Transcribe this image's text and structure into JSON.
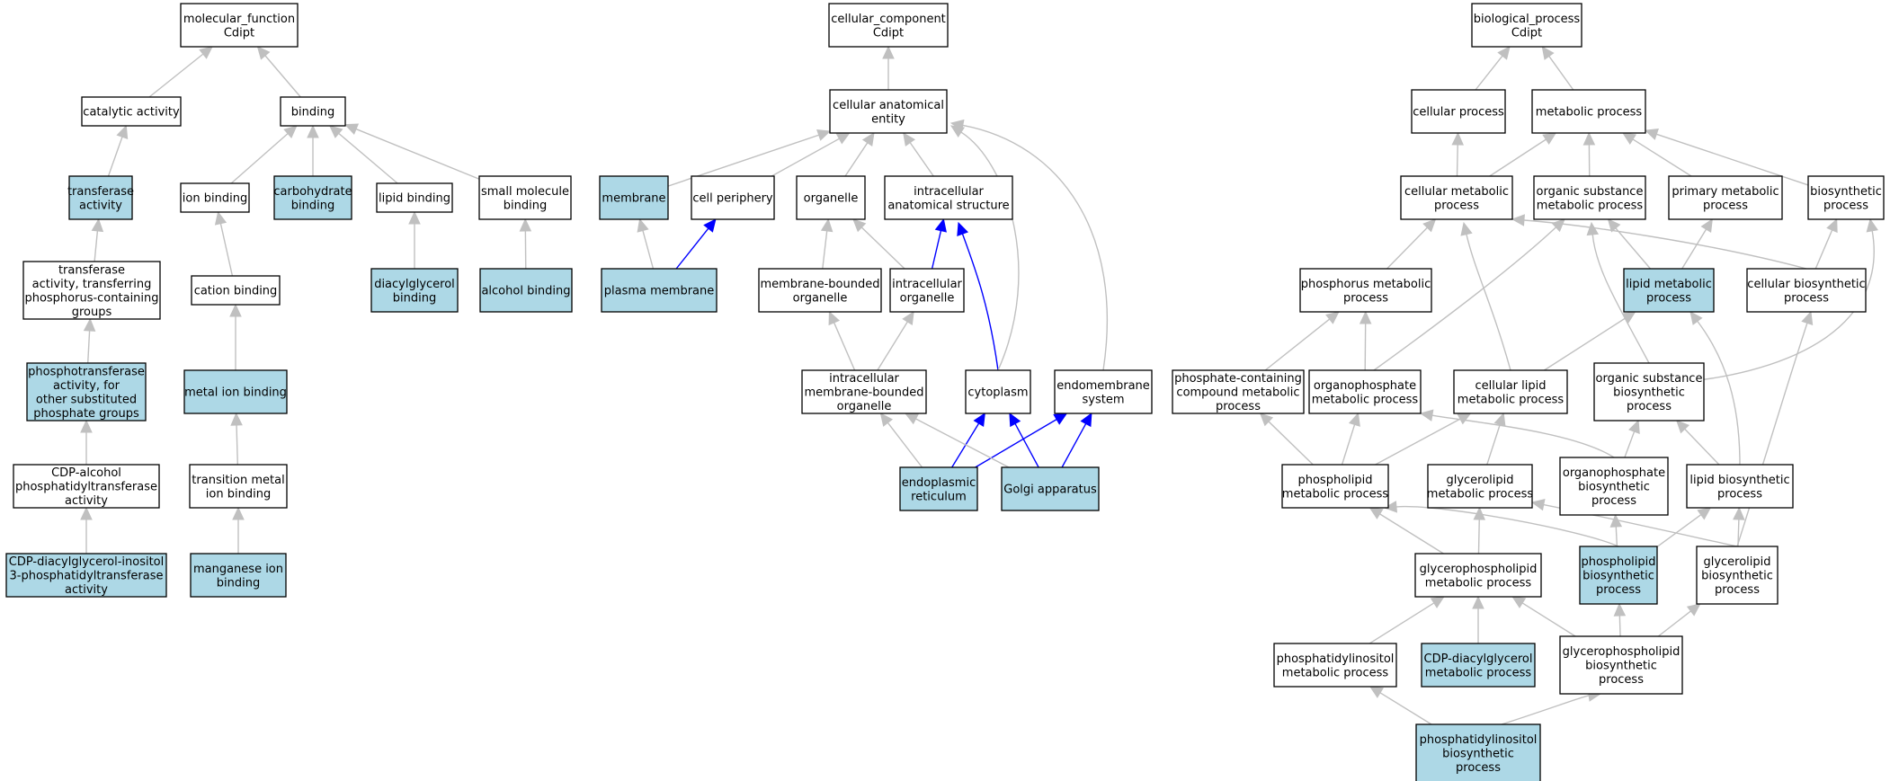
{
  "colors": {
    "highlight_fill": "#add8e6",
    "plain_fill": "#ffffff",
    "edge_gray": "#c0c0c0",
    "edge_blue": "#0000ff",
    "border": "#000000"
  },
  "nodes": [
    {
      "id": "mf",
      "lines": [
        "molecular_function",
        "Cdipt"
      ],
      "highlight": false
    },
    {
      "id": "cat",
      "lines": [
        "catalytic activity"
      ],
      "highlight": false
    },
    {
      "id": "bind",
      "lines": [
        "binding"
      ],
      "highlight": false
    },
    {
      "id": "trans",
      "lines": [
        "transferase",
        "activity"
      ],
      "highlight": true
    },
    {
      "id": "ionb",
      "lines": [
        "ion binding"
      ],
      "highlight": false
    },
    {
      "id": "carb",
      "lines": [
        "carbohydrate",
        "binding"
      ],
      "highlight": true
    },
    {
      "id": "lipb",
      "lines": [
        "lipid binding"
      ],
      "highlight": false
    },
    {
      "id": "smb",
      "lines": [
        "small molecule",
        "binding"
      ],
      "highlight": false
    },
    {
      "id": "tphos",
      "lines": [
        "transferase",
        "activity, transferring",
        "phosphorus-containing",
        "groups"
      ],
      "highlight": false
    },
    {
      "id": "catb",
      "lines": [
        "cation binding"
      ],
      "highlight": false
    },
    {
      "id": "dagb",
      "lines": [
        "diacylglycerol",
        "binding"
      ],
      "highlight": true
    },
    {
      "id": "alcb",
      "lines": [
        "alcohol binding"
      ],
      "highlight": true
    },
    {
      "id": "ptrans",
      "lines": [
        "phosphotransferase",
        "activity, for",
        "other substituted",
        "phosphate groups"
      ],
      "highlight": true
    },
    {
      "id": "mib",
      "lines": [
        "metal ion binding"
      ],
      "highlight": true
    },
    {
      "id": "cdpalc",
      "lines": [
        "CDP-alcohol",
        "phosphatidyltransferase",
        "activity"
      ],
      "highlight": false
    },
    {
      "id": "tmib",
      "lines": [
        "transition metal",
        "ion binding"
      ],
      "highlight": false
    },
    {
      "id": "cdpino",
      "lines": [
        "CDP-diacylglycerol-inositol",
        "3-phosphatidyltransferase",
        "activity"
      ],
      "highlight": true
    },
    {
      "id": "mnb",
      "lines": [
        "manganese ion",
        "binding"
      ],
      "highlight": true
    },
    {
      "id": "cc",
      "lines": [
        "cellular_component",
        "Cdipt"
      ],
      "highlight": false
    },
    {
      "id": "cae",
      "lines": [
        "cellular anatomical",
        "entity"
      ],
      "highlight": false
    },
    {
      "id": "memb",
      "lines": [
        "membrane"
      ],
      "highlight": true
    },
    {
      "id": "cper",
      "lines": [
        "cell periphery"
      ],
      "highlight": false
    },
    {
      "id": "org",
      "lines": [
        "organelle"
      ],
      "highlight": false
    },
    {
      "id": "ias",
      "lines": [
        "intracellular",
        "anatomical structure"
      ],
      "highlight": false
    },
    {
      "id": "pm",
      "lines": [
        "plasma membrane"
      ],
      "highlight": true
    },
    {
      "id": "mbo",
      "lines": [
        "membrane-bounded",
        "organelle"
      ],
      "highlight": false
    },
    {
      "id": "io",
      "lines": [
        "intracellular",
        "organelle"
      ],
      "highlight": false
    },
    {
      "id": "imbo",
      "lines": [
        "intracellular",
        "membrane-bounded",
        "organelle"
      ],
      "highlight": false
    },
    {
      "id": "cyto",
      "lines": [
        "cytoplasm"
      ],
      "highlight": false
    },
    {
      "id": "endo",
      "lines": [
        "endomembrane",
        "system"
      ],
      "highlight": false
    },
    {
      "id": "er",
      "lines": [
        "endoplasmic",
        "reticulum"
      ],
      "highlight": true
    },
    {
      "id": "golgi",
      "lines": [
        "Golgi apparatus"
      ],
      "highlight": true
    },
    {
      "id": "bp",
      "lines": [
        "biological_process",
        "Cdipt"
      ],
      "highlight": false
    },
    {
      "id": "cp",
      "lines": [
        "cellular process"
      ],
      "highlight": false
    },
    {
      "id": "mp",
      "lines": [
        "metabolic process"
      ],
      "highlight": false
    },
    {
      "id": "cmp",
      "lines": [
        "cellular metabolic",
        "process"
      ],
      "highlight": false
    },
    {
      "id": "osmp",
      "lines": [
        "organic substance",
        "metabolic process"
      ],
      "highlight": false
    },
    {
      "id": "pmp",
      "lines": [
        "primary metabolic",
        "process"
      ],
      "highlight": false
    },
    {
      "id": "bsp",
      "lines": [
        "biosynthetic",
        "process"
      ],
      "highlight": false
    },
    {
      "id": "phmp",
      "lines": [
        "phosphorus metabolic",
        "process"
      ],
      "highlight": false
    },
    {
      "id": "lmp",
      "lines": [
        "lipid metabolic",
        "process"
      ],
      "highlight": true
    },
    {
      "id": "cbp",
      "lines": [
        "cellular biosynthetic",
        "process"
      ],
      "highlight": false
    },
    {
      "id": "pccmp",
      "lines": [
        "phosphate-containing",
        "compound metabolic",
        "process"
      ],
      "highlight": false
    },
    {
      "id": "opmp",
      "lines": [
        "organophosphate",
        "metabolic process"
      ],
      "highlight": false
    },
    {
      "id": "clmp",
      "lines": [
        "cellular lipid",
        "metabolic process"
      ],
      "highlight": false
    },
    {
      "id": "osbp",
      "lines": [
        "organic substance",
        "biosynthetic",
        "process"
      ],
      "highlight": false
    },
    {
      "id": "plmp",
      "lines": [
        "phospholipid",
        "metabolic process"
      ],
      "highlight": false
    },
    {
      "id": "glmp",
      "lines": [
        "glycerolipid",
        "metabolic process"
      ],
      "highlight": false
    },
    {
      "id": "opbp",
      "lines": [
        "organophosphate",
        "biosynthetic",
        "process"
      ],
      "highlight": false
    },
    {
      "id": "lbp",
      "lines": [
        "lipid biosynthetic",
        "process"
      ],
      "highlight": false
    },
    {
      "id": "gpmp",
      "lines": [
        "glycerophospholipid",
        "metabolic process"
      ],
      "highlight": false
    },
    {
      "id": "plbp",
      "lines": [
        "phospholipid",
        "biosynthetic",
        "process"
      ],
      "highlight": true
    },
    {
      "id": "glbp",
      "lines": [
        "glycerolipid",
        "biosynthetic",
        "process"
      ],
      "highlight": false
    },
    {
      "id": "pimp",
      "lines": [
        "phosphatidylinositol",
        "metabolic process"
      ],
      "highlight": false
    },
    {
      "id": "cdpmp",
      "lines": [
        "CDP-diacylglycerol",
        "metabolic process"
      ],
      "highlight": true
    },
    {
      "id": "gpbp",
      "lines": [
        "glycerophospholipid",
        "biosynthetic",
        "process"
      ],
      "highlight": false
    },
    {
      "id": "pibp",
      "lines": [
        "phosphatidylinositol",
        "biosynthetic",
        "process"
      ],
      "highlight": true
    }
  ],
  "edges": [
    {
      "from": "cat",
      "to": "mf",
      "kind": "is_a"
    },
    {
      "from": "bind",
      "to": "mf",
      "kind": "is_a"
    },
    {
      "from": "trans",
      "to": "cat",
      "kind": "is_a"
    },
    {
      "from": "ionb",
      "to": "bind",
      "kind": "is_a"
    },
    {
      "from": "carb",
      "to": "bind",
      "kind": "is_a"
    },
    {
      "from": "lipb",
      "to": "bind",
      "kind": "is_a"
    },
    {
      "from": "smb",
      "to": "bind",
      "kind": "is_a"
    },
    {
      "from": "tphos",
      "to": "trans",
      "kind": "is_a"
    },
    {
      "from": "catb",
      "to": "ionb",
      "kind": "is_a"
    },
    {
      "from": "dagb",
      "to": "lipb",
      "kind": "is_a"
    },
    {
      "from": "alcb",
      "to": "smb",
      "kind": "is_a"
    },
    {
      "from": "ptrans",
      "to": "tphos",
      "kind": "is_a"
    },
    {
      "from": "mib",
      "to": "catb",
      "kind": "is_a"
    },
    {
      "from": "cdpalc",
      "to": "ptrans",
      "kind": "is_a"
    },
    {
      "from": "tmib",
      "to": "mib",
      "kind": "is_a"
    },
    {
      "from": "cdpino",
      "to": "cdpalc",
      "kind": "is_a"
    },
    {
      "from": "mnb",
      "to": "tmib",
      "kind": "is_a"
    },
    {
      "from": "cae",
      "to": "cc",
      "kind": "is_a"
    },
    {
      "from": "memb",
      "to": "cae",
      "kind": "is_a"
    },
    {
      "from": "cper",
      "to": "cae",
      "kind": "is_a"
    },
    {
      "from": "org",
      "to": "cae",
      "kind": "is_a"
    },
    {
      "from": "ias",
      "to": "cae",
      "kind": "is_a"
    },
    {
      "from": "pm",
      "to": "memb",
      "kind": "is_a"
    },
    {
      "from": "pm",
      "to": "cper",
      "kind": "part_of"
    },
    {
      "from": "mbo",
      "to": "org",
      "kind": "is_a"
    },
    {
      "from": "io",
      "to": "org",
      "kind": "is_a"
    },
    {
      "from": "io",
      "to": "ias",
      "kind": "part_of"
    },
    {
      "from": "imbo",
      "to": "mbo",
      "kind": "is_a"
    },
    {
      "from": "imbo",
      "to": "io",
      "kind": "is_a"
    },
    {
      "from": "cyto",
      "to": "ias",
      "kind": "part_of"
    },
    {
      "from": "cyto",
      "to": "cae",
      "kind": "is_a"
    },
    {
      "from": "endo",
      "to": "cae",
      "kind": "is_a"
    },
    {
      "from": "er",
      "to": "imbo",
      "kind": "is_a"
    },
    {
      "from": "er",
      "to": "cyto",
      "kind": "part_of"
    },
    {
      "from": "er",
      "to": "endo",
      "kind": "part_of"
    },
    {
      "from": "golgi",
      "to": "imbo",
      "kind": "is_a"
    },
    {
      "from": "golgi",
      "to": "cyto",
      "kind": "part_of"
    },
    {
      "from": "golgi",
      "to": "endo",
      "kind": "part_of"
    },
    {
      "from": "cp",
      "to": "bp",
      "kind": "is_a"
    },
    {
      "from": "mp",
      "to": "bp",
      "kind": "is_a"
    },
    {
      "from": "cmp",
      "to": "cp",
      "kind": "is_a"
    },
    {
      "from": "cmp",
      "to": "mp",
      "kind": "is_a"
    },
    {
      "from": "osmp",
      "to": "mp",
      "kind": "is_a"
    },
    {
      "from": "pmp",
      "to": "mp",
      "kind": "is_a"
    },
    {
      "from": "bsp",
      "to": "mp",
      "kind": "is_a"
    },
    {
      "from": "phmp",
      "to": "cmp",
      "kind": "is_a"
    },
    {
      "from": "lmp",
      "to": "osmp",
      "kind": "is_a"
    },
    {
      "from": "lmp",
      "to": "pmp",
      "kind": "is_a"
    },
    {
      "from": "cbp",
      "to": "cmp",
      "kind": "is_a"
    },
    {
      "from": "cbp",
      "to": "bsp",
      "kind": "is_a"
    },
    {
      "from": "pccmp",
      "to": "phmp",
      "kind": "is_a"
    },
    {
      "from": "opmp",
      "to": "phmp",
      "kind": "is_a"
    },
    {
      "from": "opmp",
      "to": "osmp",
      "kind": "is_a"
    },
    {
      "from": "clmp",
      "to": "cmp",
      "kind": "is_a"
    },
    {
      "from": "clmp",
      "to": "lmp",
      "kind": "is_a"
    },
    {
      "from": "osbp",
      "to": "osmp",
      "kind": "is_a"
    },
    {
      "from": "osbp",
      "to": "bsp",
      "kind": "is_a"
    },
    {
      "from": "plmp",
      "to": "pccmp",
      "kind": "is_a"
    },
    {
      "from": "plmp",
      "to": "opmp",
      "kind": "is_a"
    },
    {
      "from": "plmp",
      "to": "clmp",
      "kind": "is_a"
    },
    {
      "from": "glmp",
      "to": "clmp",
      "kind": "is_a"
    },
    {
      "from": "opbp",
      "to": "osbp",
      "kind": "is_a"
    },
    {
      "from": "opbp",
      "to": "opmp",
      "kind": "is_a"
    },
    {
      "from": "lbp",
      "to": "osbp",
      "kind": "is_a"
    },
    {
      "from": "lbp",
      "to": "lmp",
      "kind": "is_a"
    },
    {
      "from": "gpmp",
      "to": "plmp",
      "kind": "is_a"
    },
    {
      "from": "gpmp",
      "to": "glmp",
      "kind": "is_a"
    },
    {
      "from": "plbp",
      "to": "plmp",
      "kind": "is_a"
    },
    {
      "from": "plbp",
      "to": "opbp",
      "kind": "is_a"
    },
    {
      "from": "plbp",
      "to": "lbp",
      "kind": "is_a"
    },
    {
      "from": "glbp",
      "to": "glmp",
      "kind": "is_a"
    },
    {
      "from": "glbp",
      "to": "lbp",
      "kind": "is_a"
    },
    {
      "from": "glbp",
      "to": "cbp",
      "kind": "is_a"
    },
    {
      "from": "pimp",
      "to": "gpmp",
      "kind": "is_a"
    },
    {
      "from": "cdpmp",
      "to": "gpmp",
      "kind": "is_a"
    },
    {
      "from": "gpbp",
      "to": "gpmp",
      "kind": "is_a"
    },
    {
      "from": "gpbp",
      "to": "plbp",
      "kind": "is_a"
    },
    {
      "from": "gpbp",
      "to": "glbp",
      "kind": "is_a"
    },
    {
      "from": "pibp",
      "to": "pimp",
      "kind": "is_a"
    },
    {
      "from": "pibp",
      "to": "gpbp",
      "kind": "is_a"
    }
  ]
}
